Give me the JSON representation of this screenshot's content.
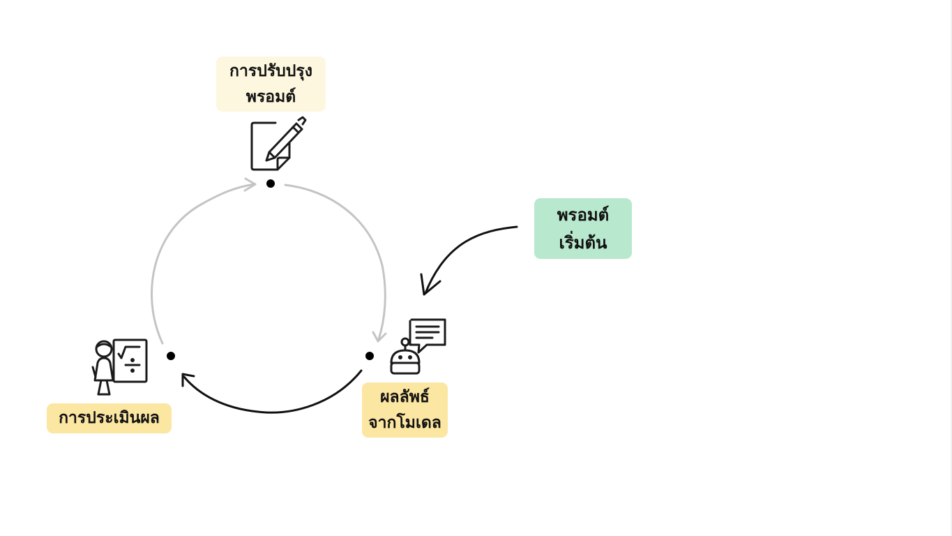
{
  "diagram": {
    "nodes": {
      "refine": {
        "lines": [
          "การปรับปรุง",
          "พรอมต์"
        ],
        "icon": "edit-document-icon",
        "bg": "#fdf7df"
      },
      "initial": {
        "lines": [
          "พรอมต์",
          "เริ่มต้น"
        ],
        "bg": "#b8e8cd"
      },
      "output": {
        "lines": [
          "ผลลัพธ์",
          "จากโมเดล"
        ],
        "icon": "robot-chat-icon",
        "bg": "#fbe6a2"
      },
      "evaluate": {
        "lines": [
          "การประเมินผล"
        ],
        "icon": "teacher-evaluation-icon",
        "bg": "#fbe6a2"
      }
    },
    "colors": {
      "cycle_arrow": "#c4c4c4",
      "dark_arrow": "#111111",
      "node_dot": "#000000"
    }
  }
}
